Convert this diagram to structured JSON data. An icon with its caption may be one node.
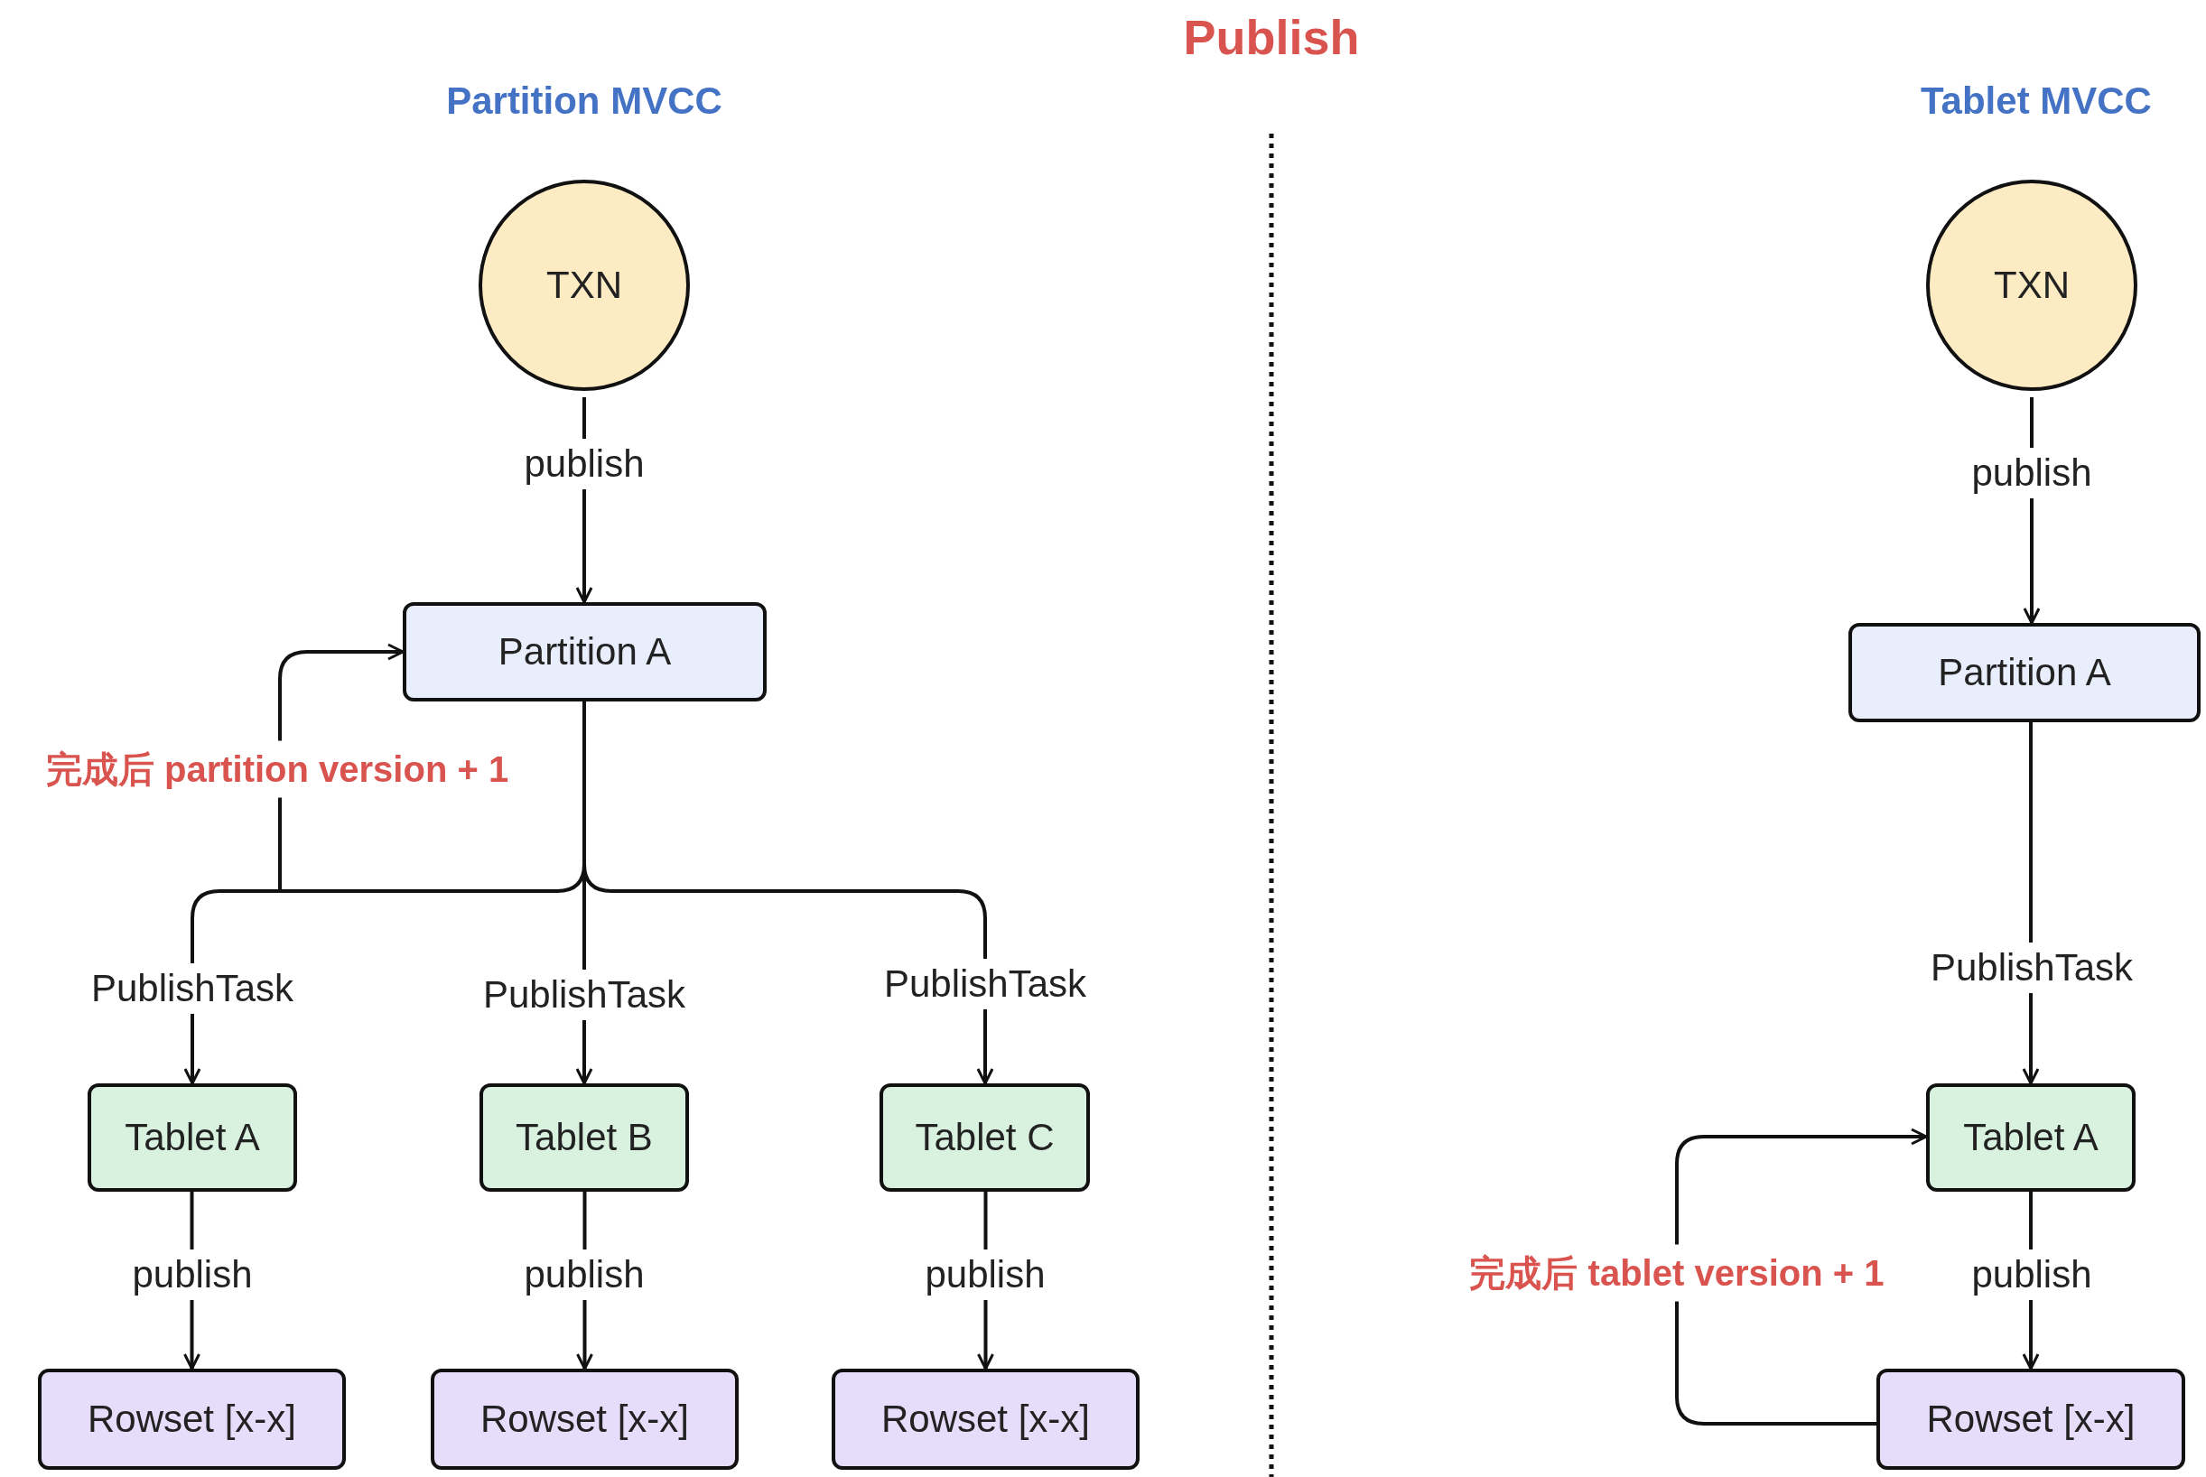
{
  "diagram": {
    "title": "Publish",
    "nodes": [
      {
        "text": [
          "TXN"
        ]
      },
      {
        "text": [
          "Partition A"
        ]
      },
      {
        "text": [
          "Tablet A"
        ]
      },
      {
        "text": [
          "Tablet B"
        ]
      },
      {
        "text": [
          "Tablet C"
        ]
      },
      {
        "text": [
          "Rowset [x-x]"
        ]
      },
      {
        "text": [
          "Rowset [x-x]"
        ]
      },
      {
        "text": [
          "Rowset [x-x]"
        ]
      },
      {
        "text": [
          "TXN"
        ]
      },
      {
        "text": [
          "Partition A"
        ]
      },
      {
        "text": [
          "Tablet A"
        ]
      },
      {
        "text": [
          "Rowset [x-x]"
        ]
      }
    ],
    "edges": [
      {
        "from": 0,
        "to": 1,
        "arrow": "to",
        "label": "publish"
      },
      {
        "from": 1,
        "to": 2,
        "arrow": "to",
        "label": "PublishTask"
      },
      {
        "from": 1,
        "to": 3,
        "arrow": "to",
        "label": "PublishTask"
      },
      {
        "from": 1,
        "to": 4,
        "arrow": "to",
        "label": "PublishTask"
      },
      {
        "from": 2,
        "to": 5,
        "arrow": "to",
        "label": "publish"
      },
      {
        "from": 3,
        "to": 6,
        "arrow": "to",
        "label": "publish"
      },
      {
        "from": 4,
        "to": 7,
        "arrow": "to",
        "label": "publish"
      },
      {
        "from": null,
        "to": 1,
        "arrow": "to",
        "label": "完成后 partition version + 1"
      },
      {
        "from": 8,
        "to": 9,
        "arrow": "to",
        "label": "publish"
      },
      {
        "from": 9,
        "to": 10,
        "arrow": "to",
        "label": "PublishTask"
      },
      {
        "from": 10,
        "to": 11,
        "arrow": "to",
        "label": "publish"
      },
      {
        "from": 11,
        "to": 10,
        "arrow": "to",
        "label": "完成后 tablet version + 1"
      }
    ],
    "labels": [
      "Partition MVCC",
      "Tablet MVCC"
    ]
  }
}
